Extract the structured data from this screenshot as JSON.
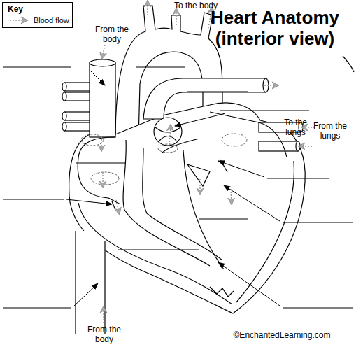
{
  "diagram": {
    "title": "Heart Anatomy (interior view)",
    "nodes": [
      {
        "text": [
          "Key"
        ]
      }
    ],
    "labels": [
      "To the body",
      "From the body",
      "To the lungs",
      "From the lungs",
      "From the body",
      "©EnchantedLearning.com"
    ],
    "legend": [
      {
        "text": "Blood flow"
      }
    ]
  }
}
